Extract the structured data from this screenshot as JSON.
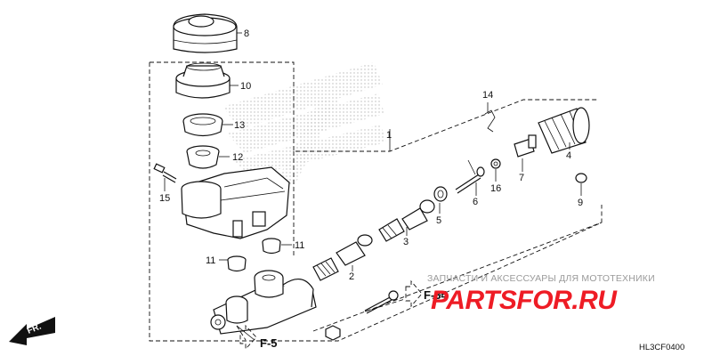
{
  "callouts": {
    "c1": "1",
    "c2": "2",
    "c3": "3",
    "c4": "4",
    "c5": "5",
    "c6": "6",
    "c7": "7",
    "c8": "8",
    "c9": "9",
    "c10": "10",
    "c11a": "11",
    "c11b": "11",
    "c12": "12",
    "c13": "13",
    "c14": "14",
    "c15": "15",
    "c16": "16"
  },
  "references": {
    "f34": "F-34",
    "f5": "F-5"
  },
  "front_marker": "FR.",
  "watermark": {
    "top_line": "ЗАПЧАСТИ И АКСЕССУАРЫ ДЛЯ МОТОТЕХНИКИ",
    "logo": "PARTSFOR.RU"
  },
  "diagram_code": "HL3CF0400",
  "colors": {
    "ink": "#111111",
    "watermark_red": "#ee1c25",
    "watermark_gray": "#9a9a9a"
  }
}
